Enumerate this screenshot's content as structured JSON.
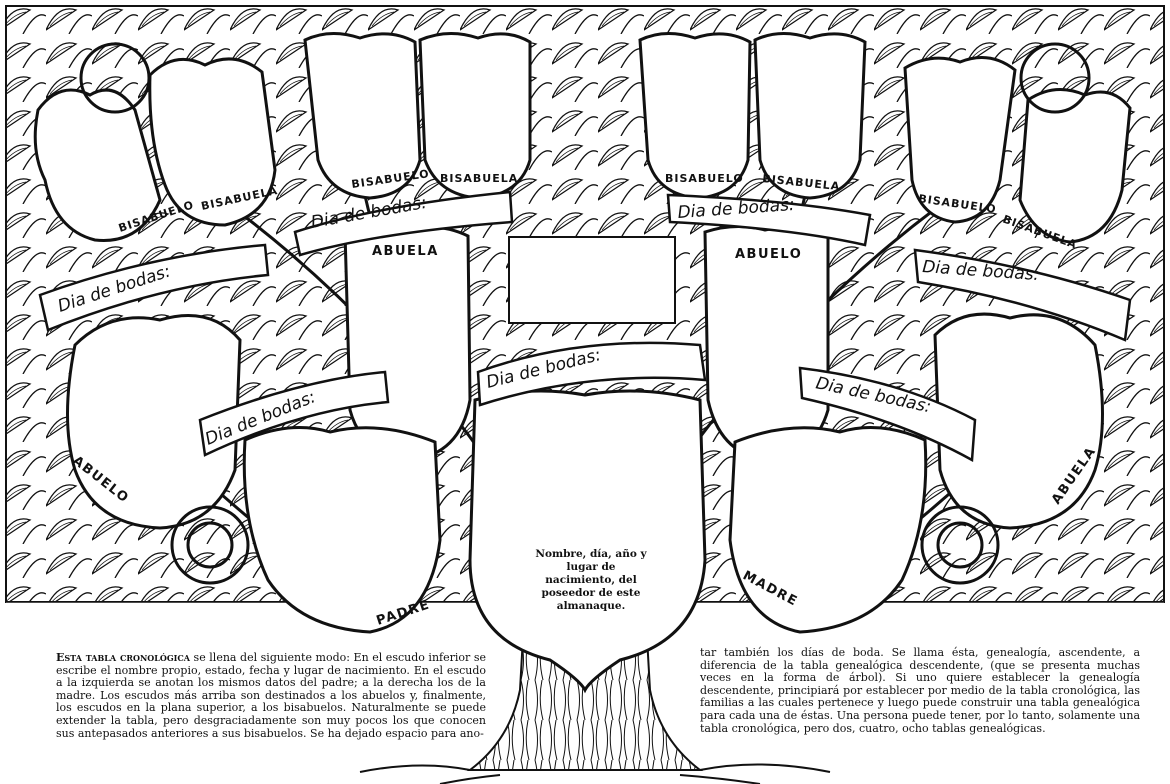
{
  "labels": {
    "bisabuelo": "BISABUELO",
    "bisabuela": "BISABUELA",
    "abuelo": "ABUELO",
    "abuela": "ABUELA",
    "padre": "PADRE",
    "madre": "MADRE",
    "dia_de_bodas": "Dia de bodas:"
  },
  "center_caption": "Nombre, día, año y lugar de nacimiento, del poseedor de este almanaque.",
  "text": {
    "left_lead": "Esta tabla cronológica",
    "left_body": " se llena del siguiente modo: En el escudo inferior se escribe el nombre propio, estado, fecha y lugar de nacimiento. En el escudo a la izquierda se anotan los mismos datos del padre; a la derecha los de la madre. Los escudos más arriba son destinados a los abuelos y, finalmente, los escudos en la plana superior, a los bisabuelos. Naturalmente se puede extender la tabla, pero desgraciadamente son muy pocos los que conocen sus antepasados anteriores a sus bisabuelos. Se ha dejado espacio para ano-",
    "right_body": "tar también los días de boda. Se llama ésta, genealogía, ascendente, a diferencia de la tabla genealógica descendente, (que se presenta muchas veces en la forma de árbol). Si uno quiere establecer la genealogía descendente, principiará por establecer por medio de la tabla cronológica, las familias a las cuales pertenece y luego puede construir una tabla genealógica para cada una de éstas. Una persona puede tener, por lo tanto, solamente una tabla cronológica, pero dos, cuatro, ocho tablas genealógicas."
  },
  "colors": {
    "ink": "#111111",
    "paper": "#ffffff"
  }
}
